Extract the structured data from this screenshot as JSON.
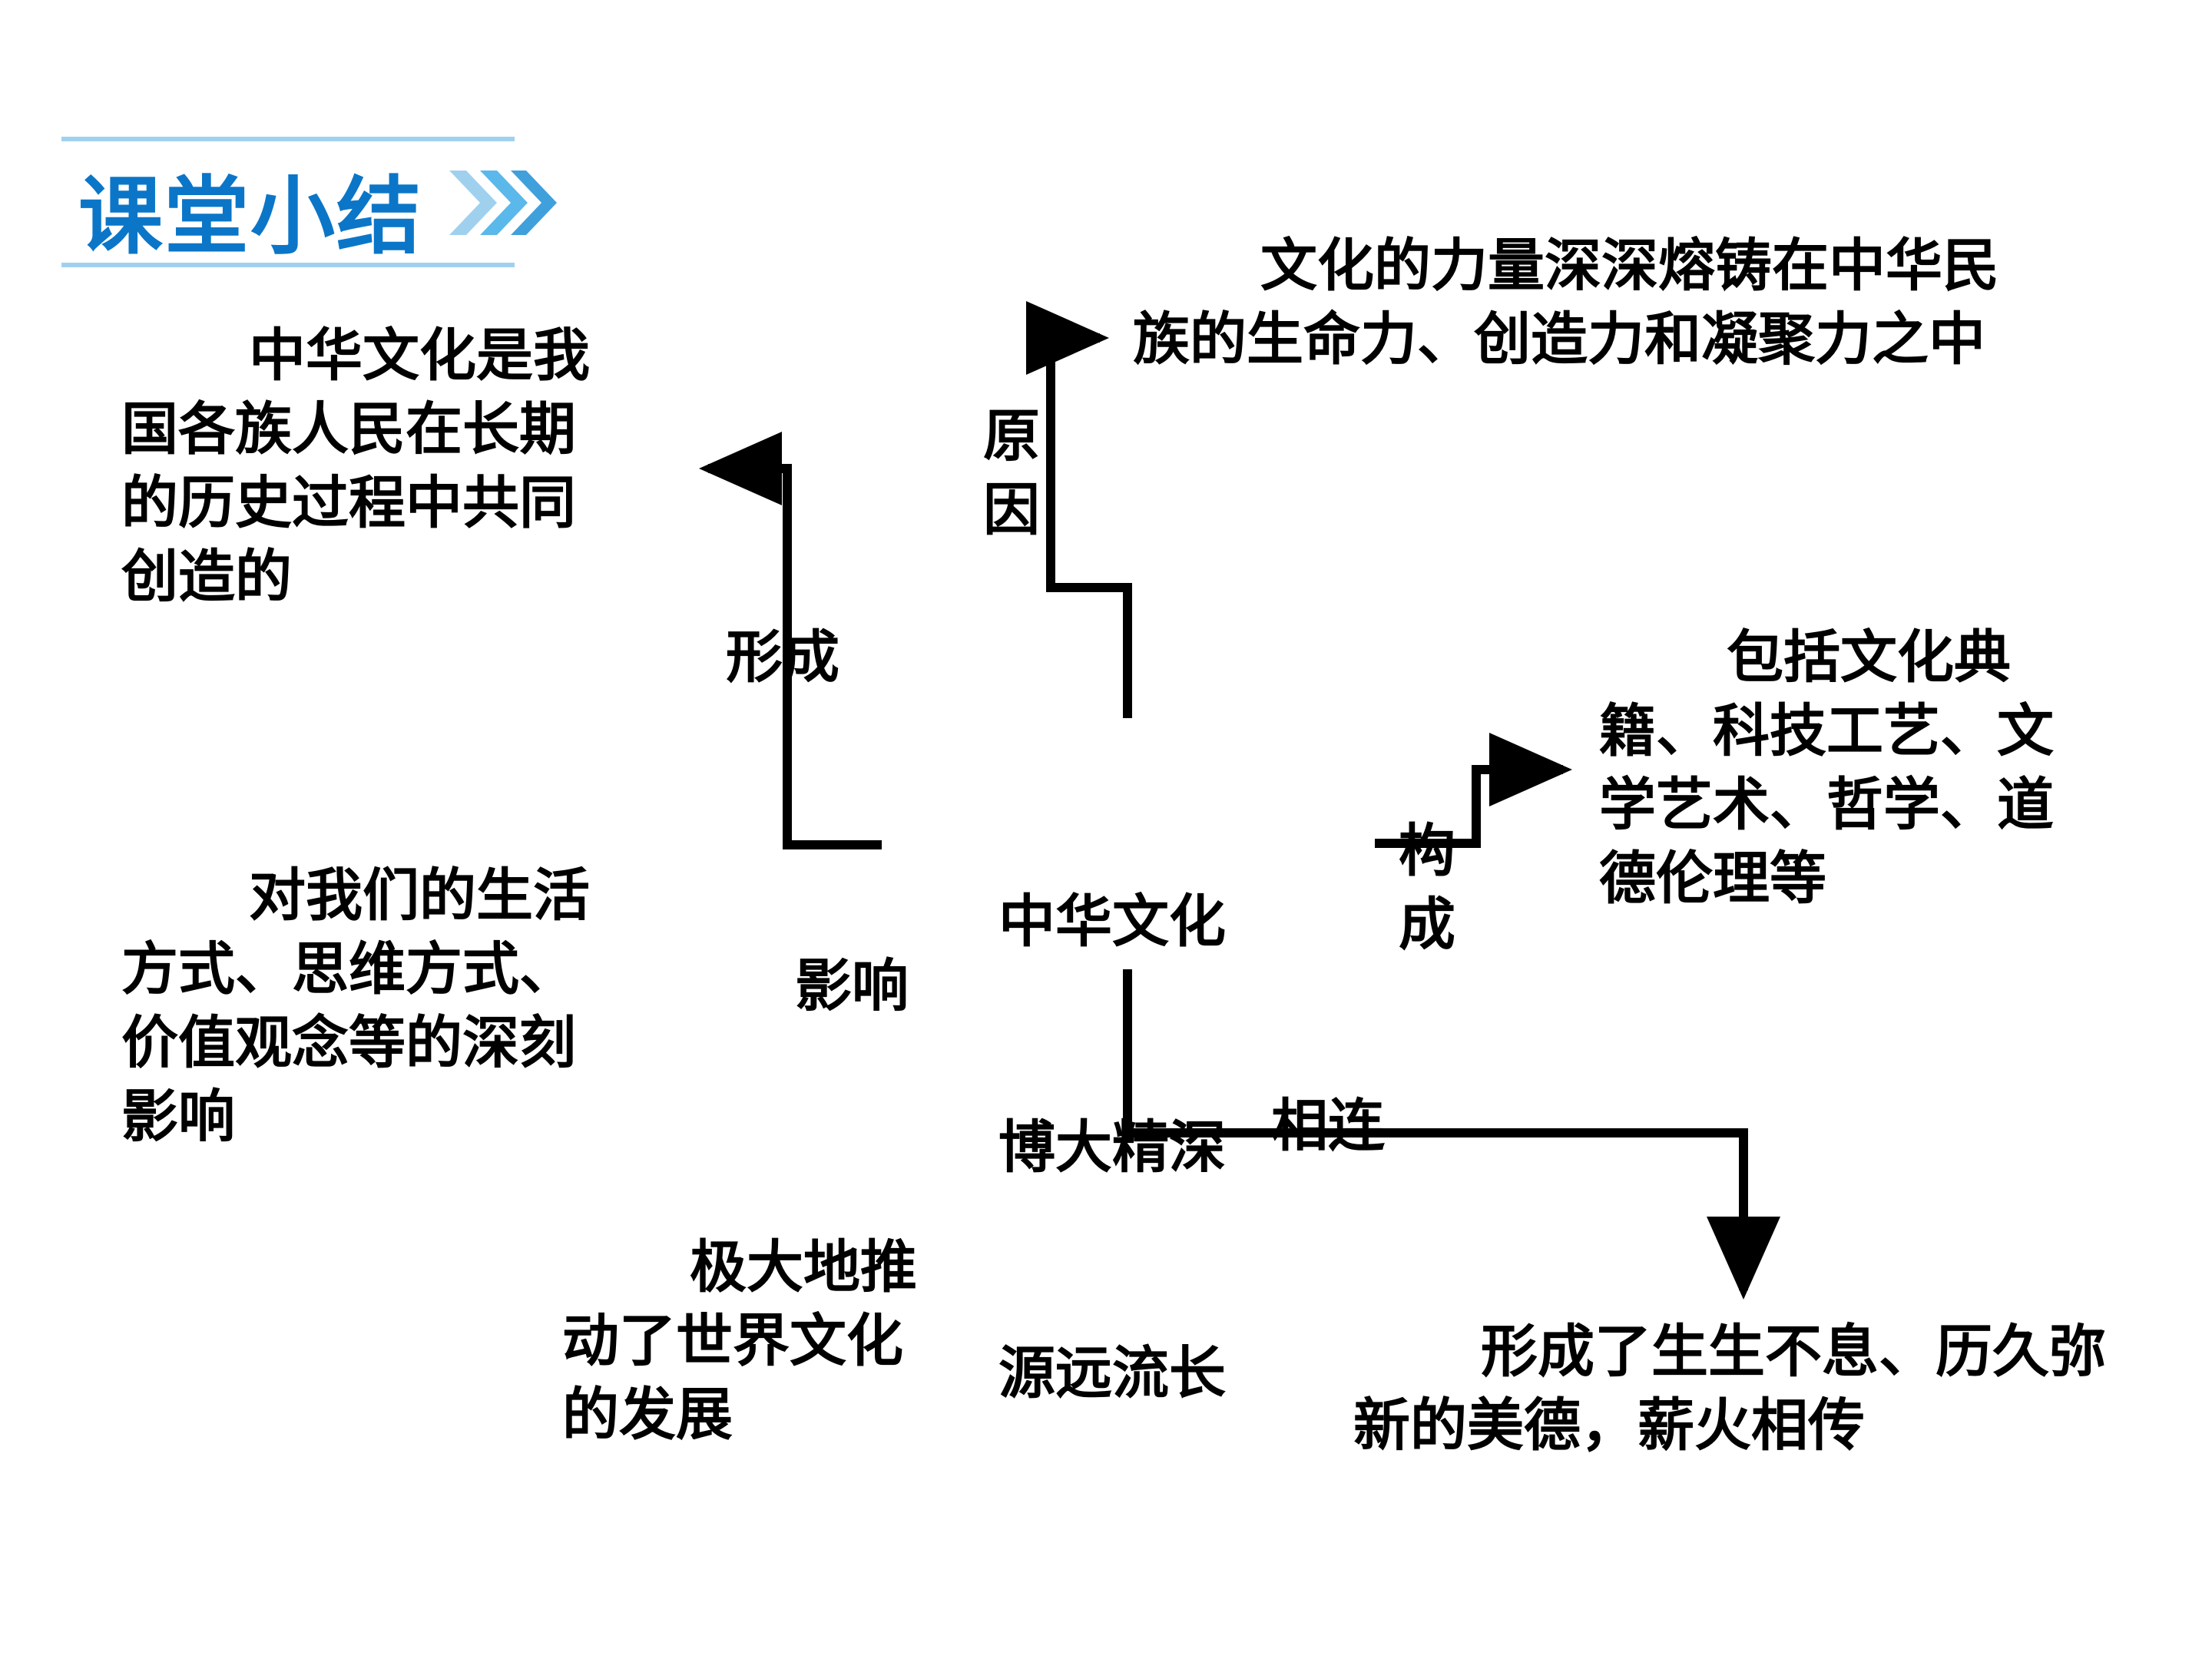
{
  "header": {
    "title": "课堂小结"
  },
  "center": {
    "lines": [
      "中华文化",
      "博大精深",
      "源远流长"
    ]
  },
  "branches": {
    "formation": {
      "label": "形成",
      "text": "中华文化是我国各族人民在长期的历史过程中共同创造的"
    },
    "influence": {
      "label": "影响",
      "text_domestic": "对我们的生活方式、思维方式、价值观念等的深刻影响",
      "text_world": "极大地推动了世界文化的发展"
    },
    "reason": {
      "label": "原因",
      "text": "文化的力量深深熔铸在中华民族的生命力、创造力和凝聚力之中"
    },
    "composition": {
      "label": "构成",
      "text": "包括文化典籍、科技工艺、文学艺术、哲学、道德伦理等"
    },
    "connection": {
      "label": "相连",
      "text": "形成了生生不息、历久弥新的美德，薪火相传"
    }
  },
  "colors": {
    "title": "#0b76c8",
    "title_rule": "#9fd1ef",
    "chevron": "#5bb8ea",
    "line": "#000000"
  }
}
